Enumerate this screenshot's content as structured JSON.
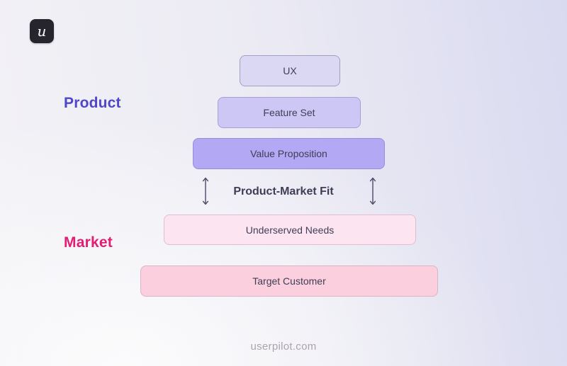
{
  "header": {
    "logo_letter": "u"
  },
  "sections": {
    "product": {
      "label": "Product",
      "accent": "#4f46c8"
    },
    "market": {
      "label": "Market",
      "accent": "#e31c74"
    }
  },
  "pyramid": {
    "product_layers": [
      {
        "label": "UX",
        "fill": "#dbd8f3"
      },
      {
        "label": "Feature Set",
        "fill": "#cdc7f6"
      },
      {
        "label": "Value Proposition",
        "fill": "#b2a8f3"
      }
    ],
    "fit_label": "Product-Market Fit",
    "arrow_icon": "double-vertical-arrow",
    "arrow_color": "#4b4766",
    "market_layers": [
      {
        "label": "Underserved Needs",
        "fill": "#fce5f0"
      },
      {
        "label": "Target Customer",
        "fill": "#fbcfdd"
      }
    ]
  },
  "footer": {
    "url": "userpilot.com"
  }
}
